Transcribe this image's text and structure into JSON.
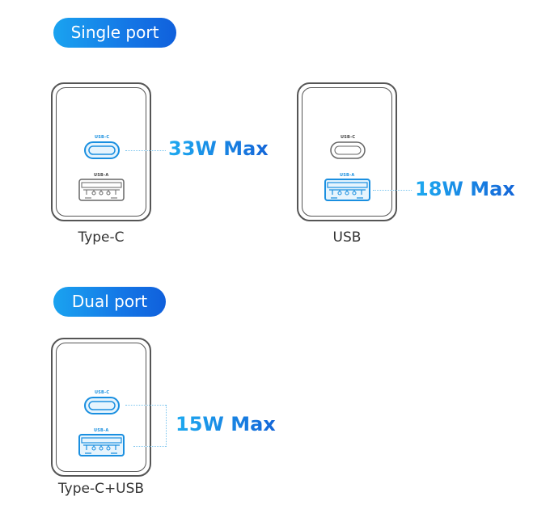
{
  "sections": [
    {
      "title": "Single port",
      "items": [
        {
          "caption": "Type-C",
          "active_port": "USB-C",
          "power": "33W Max"
        },
        {
          "caption": "USB",
          "active_port": "USB-A",
          "power": "18W Max"
        }
      ]
    },
    {
      "title": "Dual port",
      "items": [
        {
          "caption": "Type-C+USB",
          "active_port": "USB-C+USB-A",
          "power": "15W Max"
        }
      ]
    }
  ],
  "port_labels": {
    "usb_c": "USB-C",
    "usb_a": "USB-A"
  },
  "colors": {
    "accent_start": "#1eaaf0",
    "accent_end": "#1466d8",
    "outline": "#555555"
  }
}
